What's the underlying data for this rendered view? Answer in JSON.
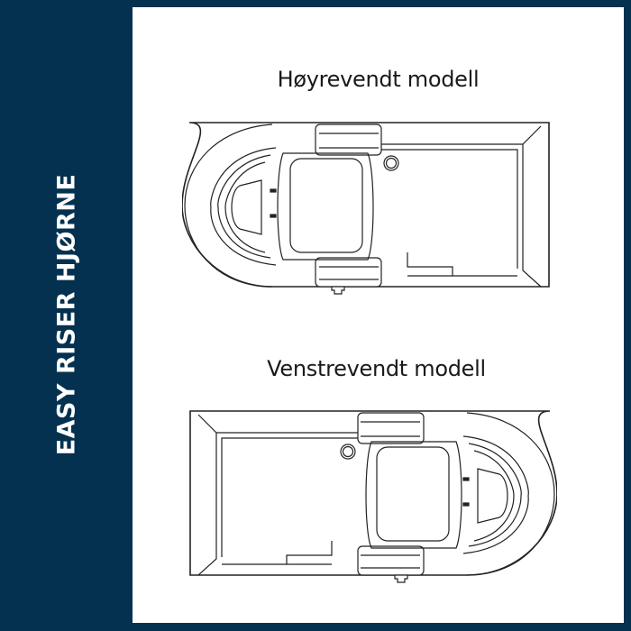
{
  "sidebar": {
    "title": "EASY RISER HJØRNE",
    "background_color": "#04314f",
    "text_color": "#ffffff"
  },
  "panel": {
    "background_color": "#ffffff",
    "models": [
      {
        "label": "Høyrevendt modell",
        "orientation": "right",
        "diagram": "bathtub-top-view-right-hand"
      },
      {
        "label": "Venstrevendt modell",
        "orientation": "left",
        "diagram": "bathtub-top-view-left-hand"
      }
    ]
  }
}
